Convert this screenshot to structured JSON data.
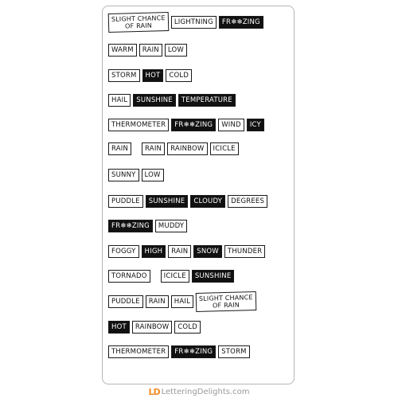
{
  "rows": [
    [
      {
        "lines": [
          "SLIGHT CHANCE",
          "OF RAIN"
        ],
        "dark": false
      },
      {
        "text": "LIGHTNING",
        "dark": false
      },
      {
        "text": "FR❄❄ZING",
        "dark": true
      }
    ],
    [
      {
        "text": "WARM",
        "dark": false
      },
      {
        "text": "RAIN",
        "dark": false
      },
      {
        "text": "LOW",
        "dark": false
      }
    ],
    [
      {
        "text": "STORM",
        "dark": false
      },
      {
        "text": "HOT",
        "dark": true
      },
      {
        "text": "COLD",
        "dark": false
      }
    ],
    [
      {
        "text": "HAIL",
        "dark": false
      },
      {
        "text": "SUNSHINE",
        "dark": true
      },
      {
        "text": "TEMPERATURE",
        "dark": true
      }
    ],
    [
      {
        "text": "THERMOMETER",
        "dark": false
      },
      {
        "text": "FR❄❄ZING",
        "dark": true
      },
      {
        "text": "WIND",
        "dark": false
      },
      {
        "text": "ICY",
        "dark": true
      }
    ],
    [
      {
        "text": "RAIN",
        "dark": false
      },
      {
        "gap": true
      },
      {
        "text": "RAIN",
        "dark": false
      },
      {
        "text": "RAINBOW",
        "dark": false
      },
      {
        "text": "ICICLE",
        "dark": false
      }
    ],
    [
      {
        "text": "SUNNY",
        "dark": false
      },
      {
        "text": "LOW",
        "dark": false
      }
    ],
    [
      {
        "text": "PUDDLE",
        "dark": false
      },
      {
        "text": "SUNSHINE",
        "dark": true
      },
      {
        "text": "CLOUDY",
        "dark": true
      },
      {
        "text": "DEGREES",
        "dark": false
      }
    ],
    [
      {
        "text": "FR❄❄ZING",
        "dark": true
      },
      {
        "text": "MUDDY",
        "dark": false
      }
    ],
    [
      {
        "text": "FOGGY",
        "dark": false
      },
      {
        "text": "HIGH",
        "dark": true
      },
      {
        "text": "RAIN",
        "dark": false
      },
      {
        "text": "SNOW",
        "dark": true
      },
      {
        "text": "THUNDER",
        "dark": false
      }
    ],
    [
      {
        "text": "TORNADO",
        "dark": false
      },
      {
        "gap": true
      },
      {
        "text": "ICICLE",
        "dark": false
      },
      {
        "text": "SUNSHINE",
        "dark": true
      }
    ],
    [
      {
        "text": "PUDDLE",
        "dark": false
      },
      {
        "text": "RAIN",
        "dark": false
      },
      {
        "text": "HAIL",
        "dark": false
      },
      {
        "lines": [
          "SLIGHT CHANCE",
          "OF RAIN"
        ],
        "dark": false
      }
    ],
    [
      {
        "text": "HOT",
        "dark": true
      },
      {
        "text": "RAINBOW",
        "dark": false
      },
      {
        "text": "COLD",
        "dark": false
      }
    ],
    [
      {
        "text": "THERMOMETER",
        "dark": false
      },
      {
        "text": "FR❄❄ZING",
        "dark": true
      },
      {
        "text": "STORM",
        "dark": false
      }
    ]
  ],
  "footer": {
    "logo_mark": "LD",
    "site_name": "LetteringDelights.com"
  }
}
